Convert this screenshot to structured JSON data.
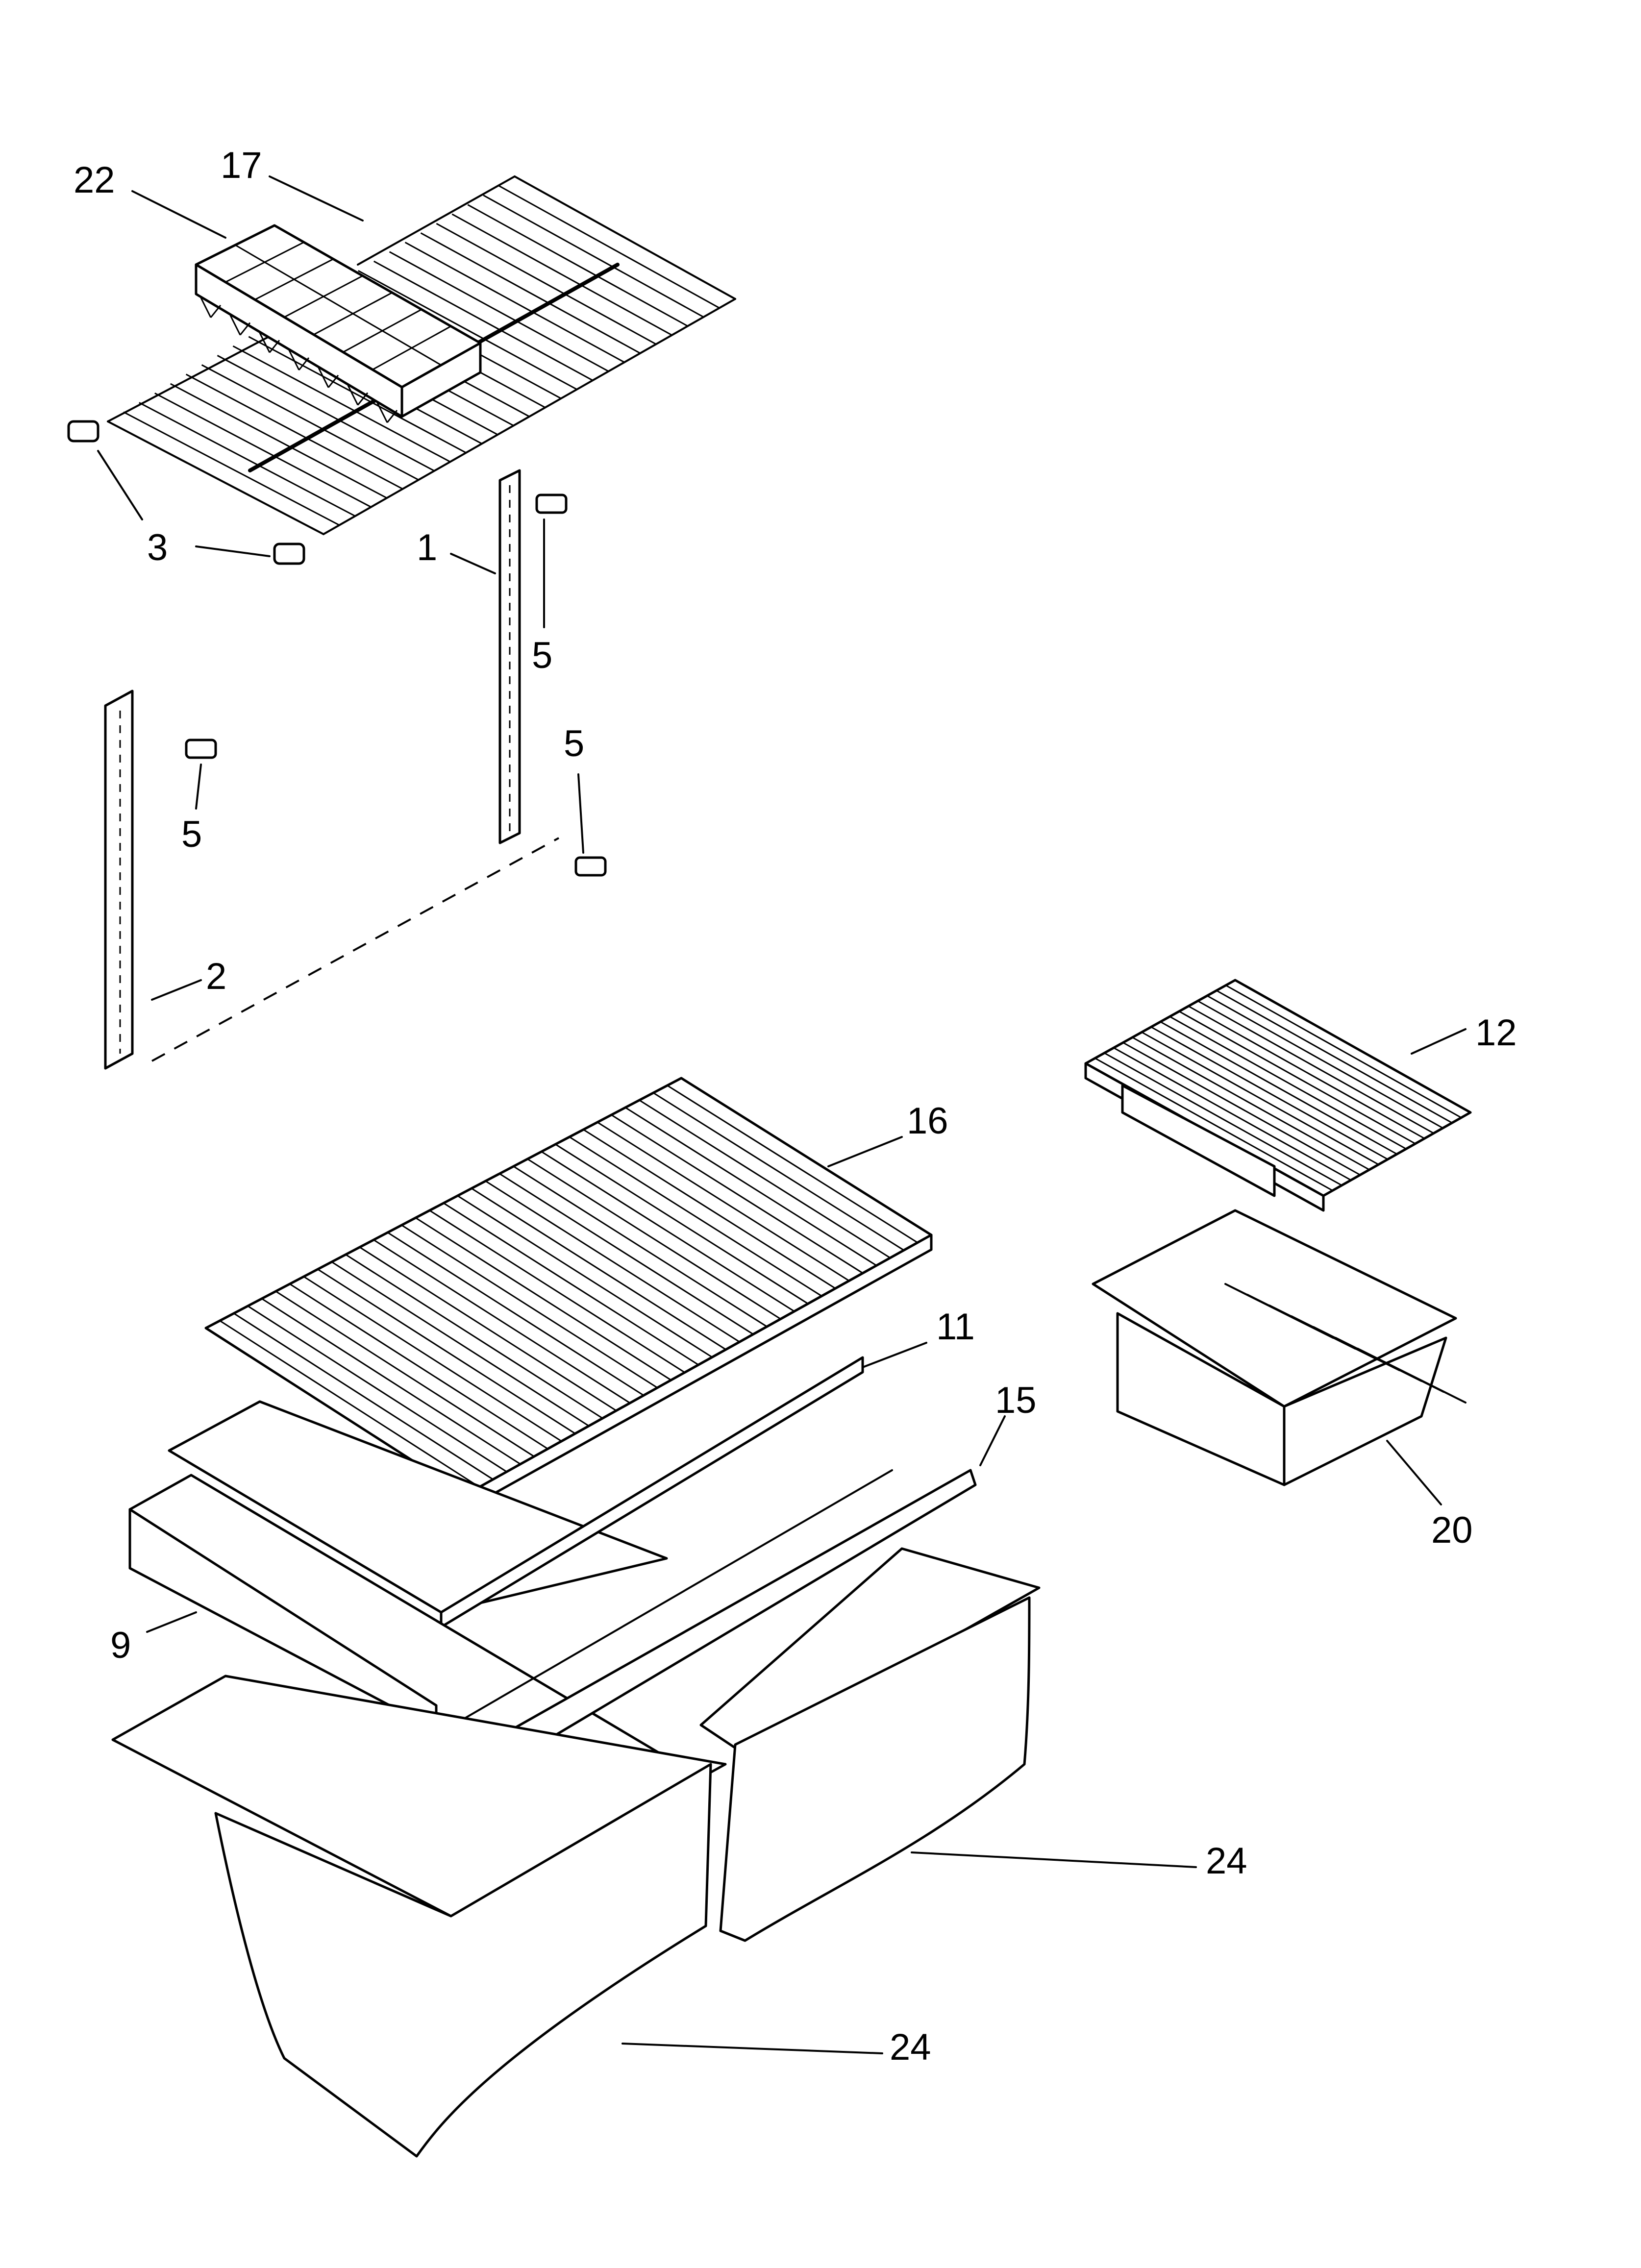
{
  "callouts": {
    "c22": "22",
    "c17": "17",
    "c3": "3",
    "c1": "1",
    "c5a": "5",
    "c5b": "5",
    "c5c": "5",
    "c2": "2",
    "c12": "12",
    "c16": "16",
    "c11": "11",
    "c15": "15",
    "c20": "20",
    "c9": "9",
    "c24a": "24",
    "c24b": "24"
  }
}
